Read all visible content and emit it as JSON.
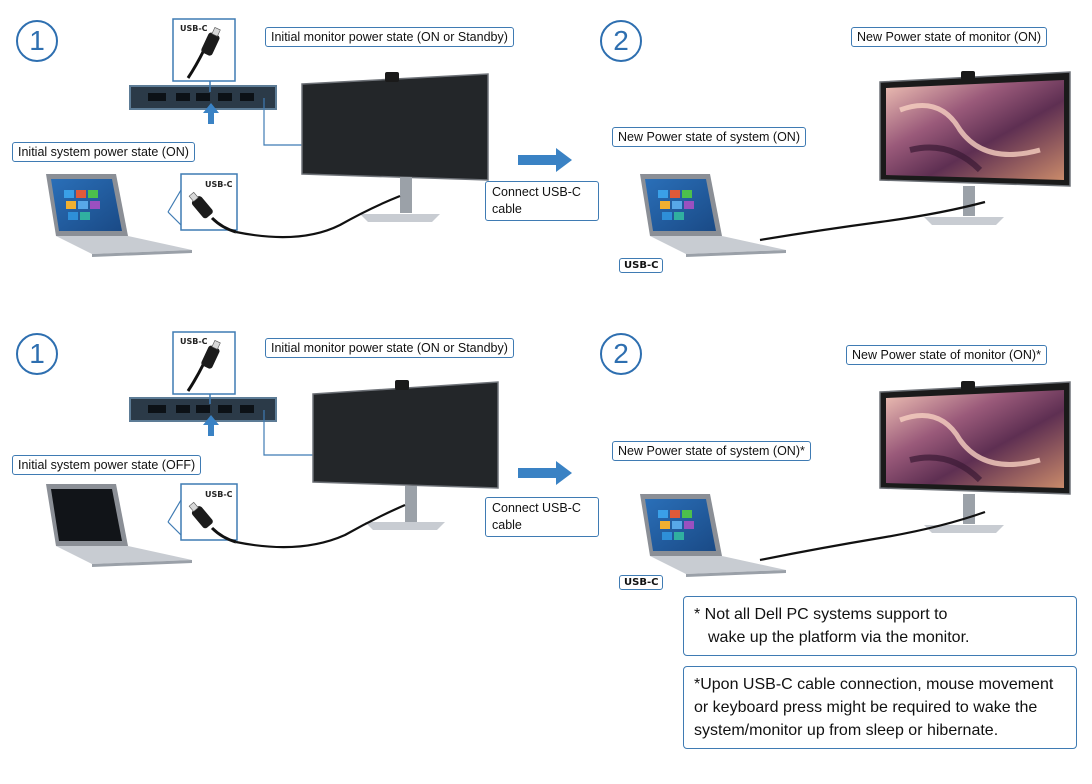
{
  "scenarios": [
    {
      "step1": "1",
      "step2": "2",
      "monitor_initial": "Initial monitor power state (ON or Standby)",
      "system_initial": "Initial system power state (ON)",
      "connect": "Connect USB-C cable",
      "system_new": "New Power state of system (ON)",
      "monitor_new": "New Power state of monitor (ON)",
      "usb_tag": "USB-C",
      "usb_box": "USB-C"
    },
    {
      "step1": "1",
      "step2": "2",
      "monitor_initial": "Initial monitor power state (ON or Standby)",
      "system_initial": "Initial system power state (OFF)",
      "connect": "Connect USB-C cable",
      "system_new": "New Power state of system (ON)*",
      "monitor_new": "New Power state of monitor (ON)*",
      "usb_tag": "USB-C",
      "usb_box": "USB-C"
    }
  ],
  "notes": {
    "note1_line1": "* Not all Dell PC systems support to",
    "note1_line2": "wake up the platform via the monitor.",
    "note2": "*Upon USB-C cable connection, mouse movement or keyboard press might be required to wake the system/monitor up from sleep or hibernate."
  },
  "colors": {
    "accent": "#2e6fb0",
    "border": "#3f7bb3",
    "arrow": "#3a82c4",
    "dock": "#2b3a48"
  }
}
